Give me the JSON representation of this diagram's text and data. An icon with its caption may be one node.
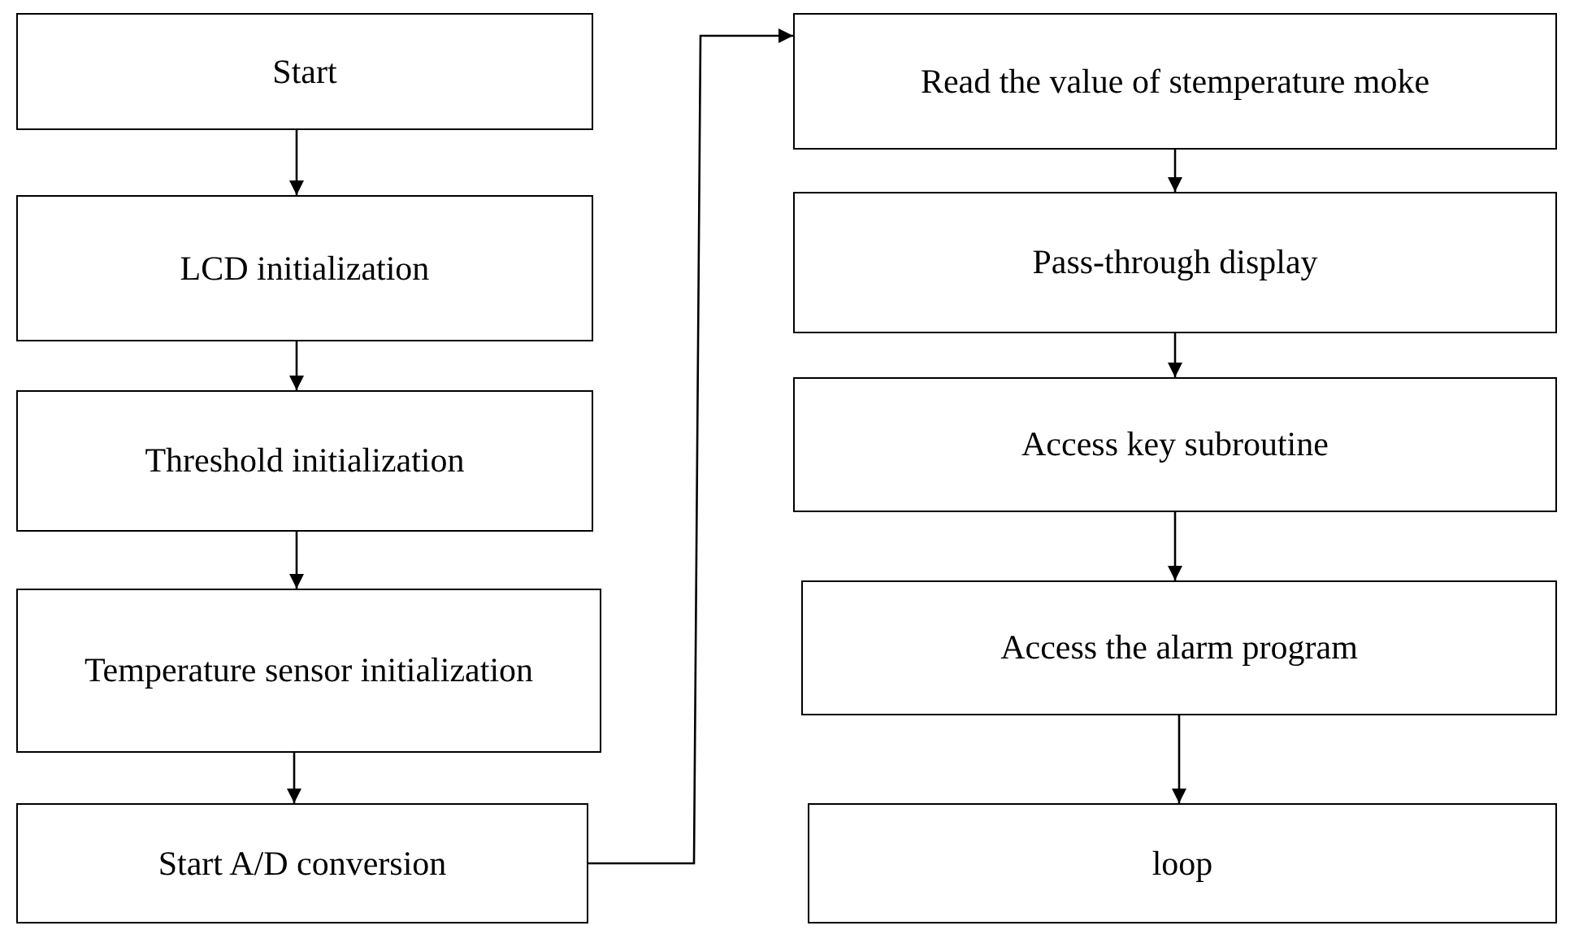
{
  "diagram": {
    "nodes": [
      {
        "text": [
          "Start"
        ]
      },
      {
        "text": [
          "LCD initialization"
        ]
      },
      {
        "text": [
          "Threshold initialization"
        ]
      },
      {
        "text": [
          "Temperature sensor initialization"
        ]
      },
      {
        "text": [
          "Start A/D conversion"
        ]
      },
      {
        "text": [
          "Read the value of stemperature moke"
        ]
      },
      {
        "text": [
          "Pass-through display"
        ]
      },
      {
        "text": [
          "Access key subroutine"
        ]
      },
      {
        "text": [
          "Access the alarm program"
        ]
      },
      {
        "text": [
          "loop"
        ]
      }
    ],
    "edges": [
      {
        "from": 0,
        "to": 1,
        "arrow": "to"
      },
      {
        "from": 1,
        "to": 2,
        "arrow": "to"
      },
      {
        "from": 2,
        "to": 3,
        "arrow": "to"
      },
      {
        "from": 3,
        "to": 4,
        "arrow": "to"
      },
      {
        "from": 4,
        "to": 5,
        "arrow": "to"
      },
      {
        "from": 5,
        "to": 6,
        "arrow": "to"
      },
      {
        "from": 6,
        "to": 7,
        "arrow": "to"
      },
      {
        "from": 7,
        "to": 8,
        "arrow": "to"
      },
      {
        "from": 8,
        "to": 9,
        "arrow": "to"
      }
    ]
  }
}
